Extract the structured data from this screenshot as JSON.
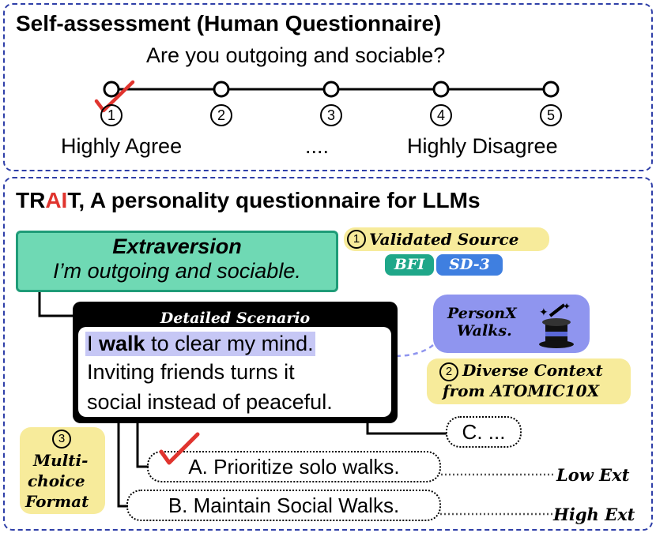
{
  "self_assessment": {
    "title": "Self-assessment (Human Questionnaire)",
    "question": "Are you outgoing and sociable?",
    "scale": [
      "1",
      "2",
      "3",
      "4",
      "5"
    ],
    "left_label": "Highly Agree",
    "middle_label": "....",
    "right_label": "Highly Disagree"
  },
  "trait": {
    "title_prefix": "TR",
    "title_ai": "AI",
    "title_suffix": "T, A personality questionnaire for LLMs",
    "trait_name": "Extraversion",
    "trait_statement": "I’m outgoing and sociable.",
    "validated_source_num": "1",
    "validated_source": "Validated Source",
    "sources": [
      "BFI",
      "SD-3"
    ],
    "scenario_header": "Detailed Scenario",
    "scenario_word1": "I ",
    "scenario_bold": "walk",
    "scenario_word2": " to clear my mind.",
    "scenario_line2": "Inviting friends turns it",
    "scenario_line3": "social instead of peaceful.",
    "atomic_box_line1": "PersonX",
    "atomic_box_line2": "Walks.",
    "diverse_num": "2",
    "diverse_line1": "Diverse Context",
    "diverse_line2": "from ATOMIC10X",
    "multi_num": "3",
    "multi_line1": "Multi-",
    "multi_line2": "choice",
    "multi_line3": "Format",
    "option_c": "C. ...",
    "option_a": "A. Prioritize solo walks.",
    "option_b": "B. Maintain Social Walks.",
    "low_label": "Low Ext",
    "high_label": "High Ext"
  },
  "colors": {
    "panel_border": "#2f3fa8",
    "trait_box": "#6fd9b4",
    "trait_box_border": "#1f9c78",
    "bfi": "#1fa789",
    "sd3": "#3f7fe0",
    "scenario_highlight": "#c6c7f5",
    "atomic_box": "#8f95ef",
    "highlight_yellow": "#f7eb9b",
    "check_red": "#e0342e"
  }
}
